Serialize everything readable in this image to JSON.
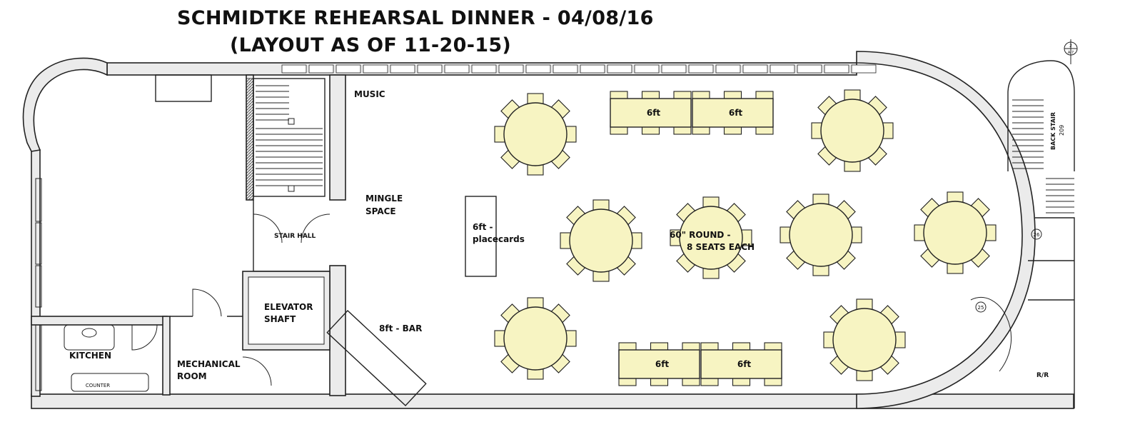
{
  "title": {
    "line1": "SCHMIDTKE REHEARSAL DINNER - 04/08/16",
    "line2": "(LAYOUT AS OF 11-20-15)"
  },
  "rooms": {
    "music": "MUSIC",
    "mingle_1": "MINGLE",
    "mingle_2": "SPACE",
    "stair_hall": "STAIR HALL",
    "elevator_1": "ELEVATOR",
    "elevator_2": "SHAFT",
    "kitchen": "KITCHEN",
    "counter": "COUNTER",
    "mechanical_1": "MECHANICAL",
    "mechanical_2": "ROOM",
    "back_stair": "BACK STAIR",
    "back_stair_num": "209",
    "restroom": "R/R",
    "section_mark_top": "2",
    "section_mark_bottom": "A-7",
    "door_tag_26": "26",
    "door_tag_25": "25"
  },
  "furniture": {
    "placecards_1": "6ft -",
    "placecards_2": "placecards",
    "bar": "8ft - BAR",
    "round_note_1": "60\" ROUND -",
    "round_note_2": "8 SEATS EACH",
    "rect_top_left": "6ft",
    "rect_top_right": "6ft",
    "rect_bottom_left": "6ft",
    "rect_bottom_right": "6ft"
  },
  "colors": {
    "table_fill": "#f7f4c2",
    "wall_fill": "#ebebeb",
    "line": "#222222"
  }
}
